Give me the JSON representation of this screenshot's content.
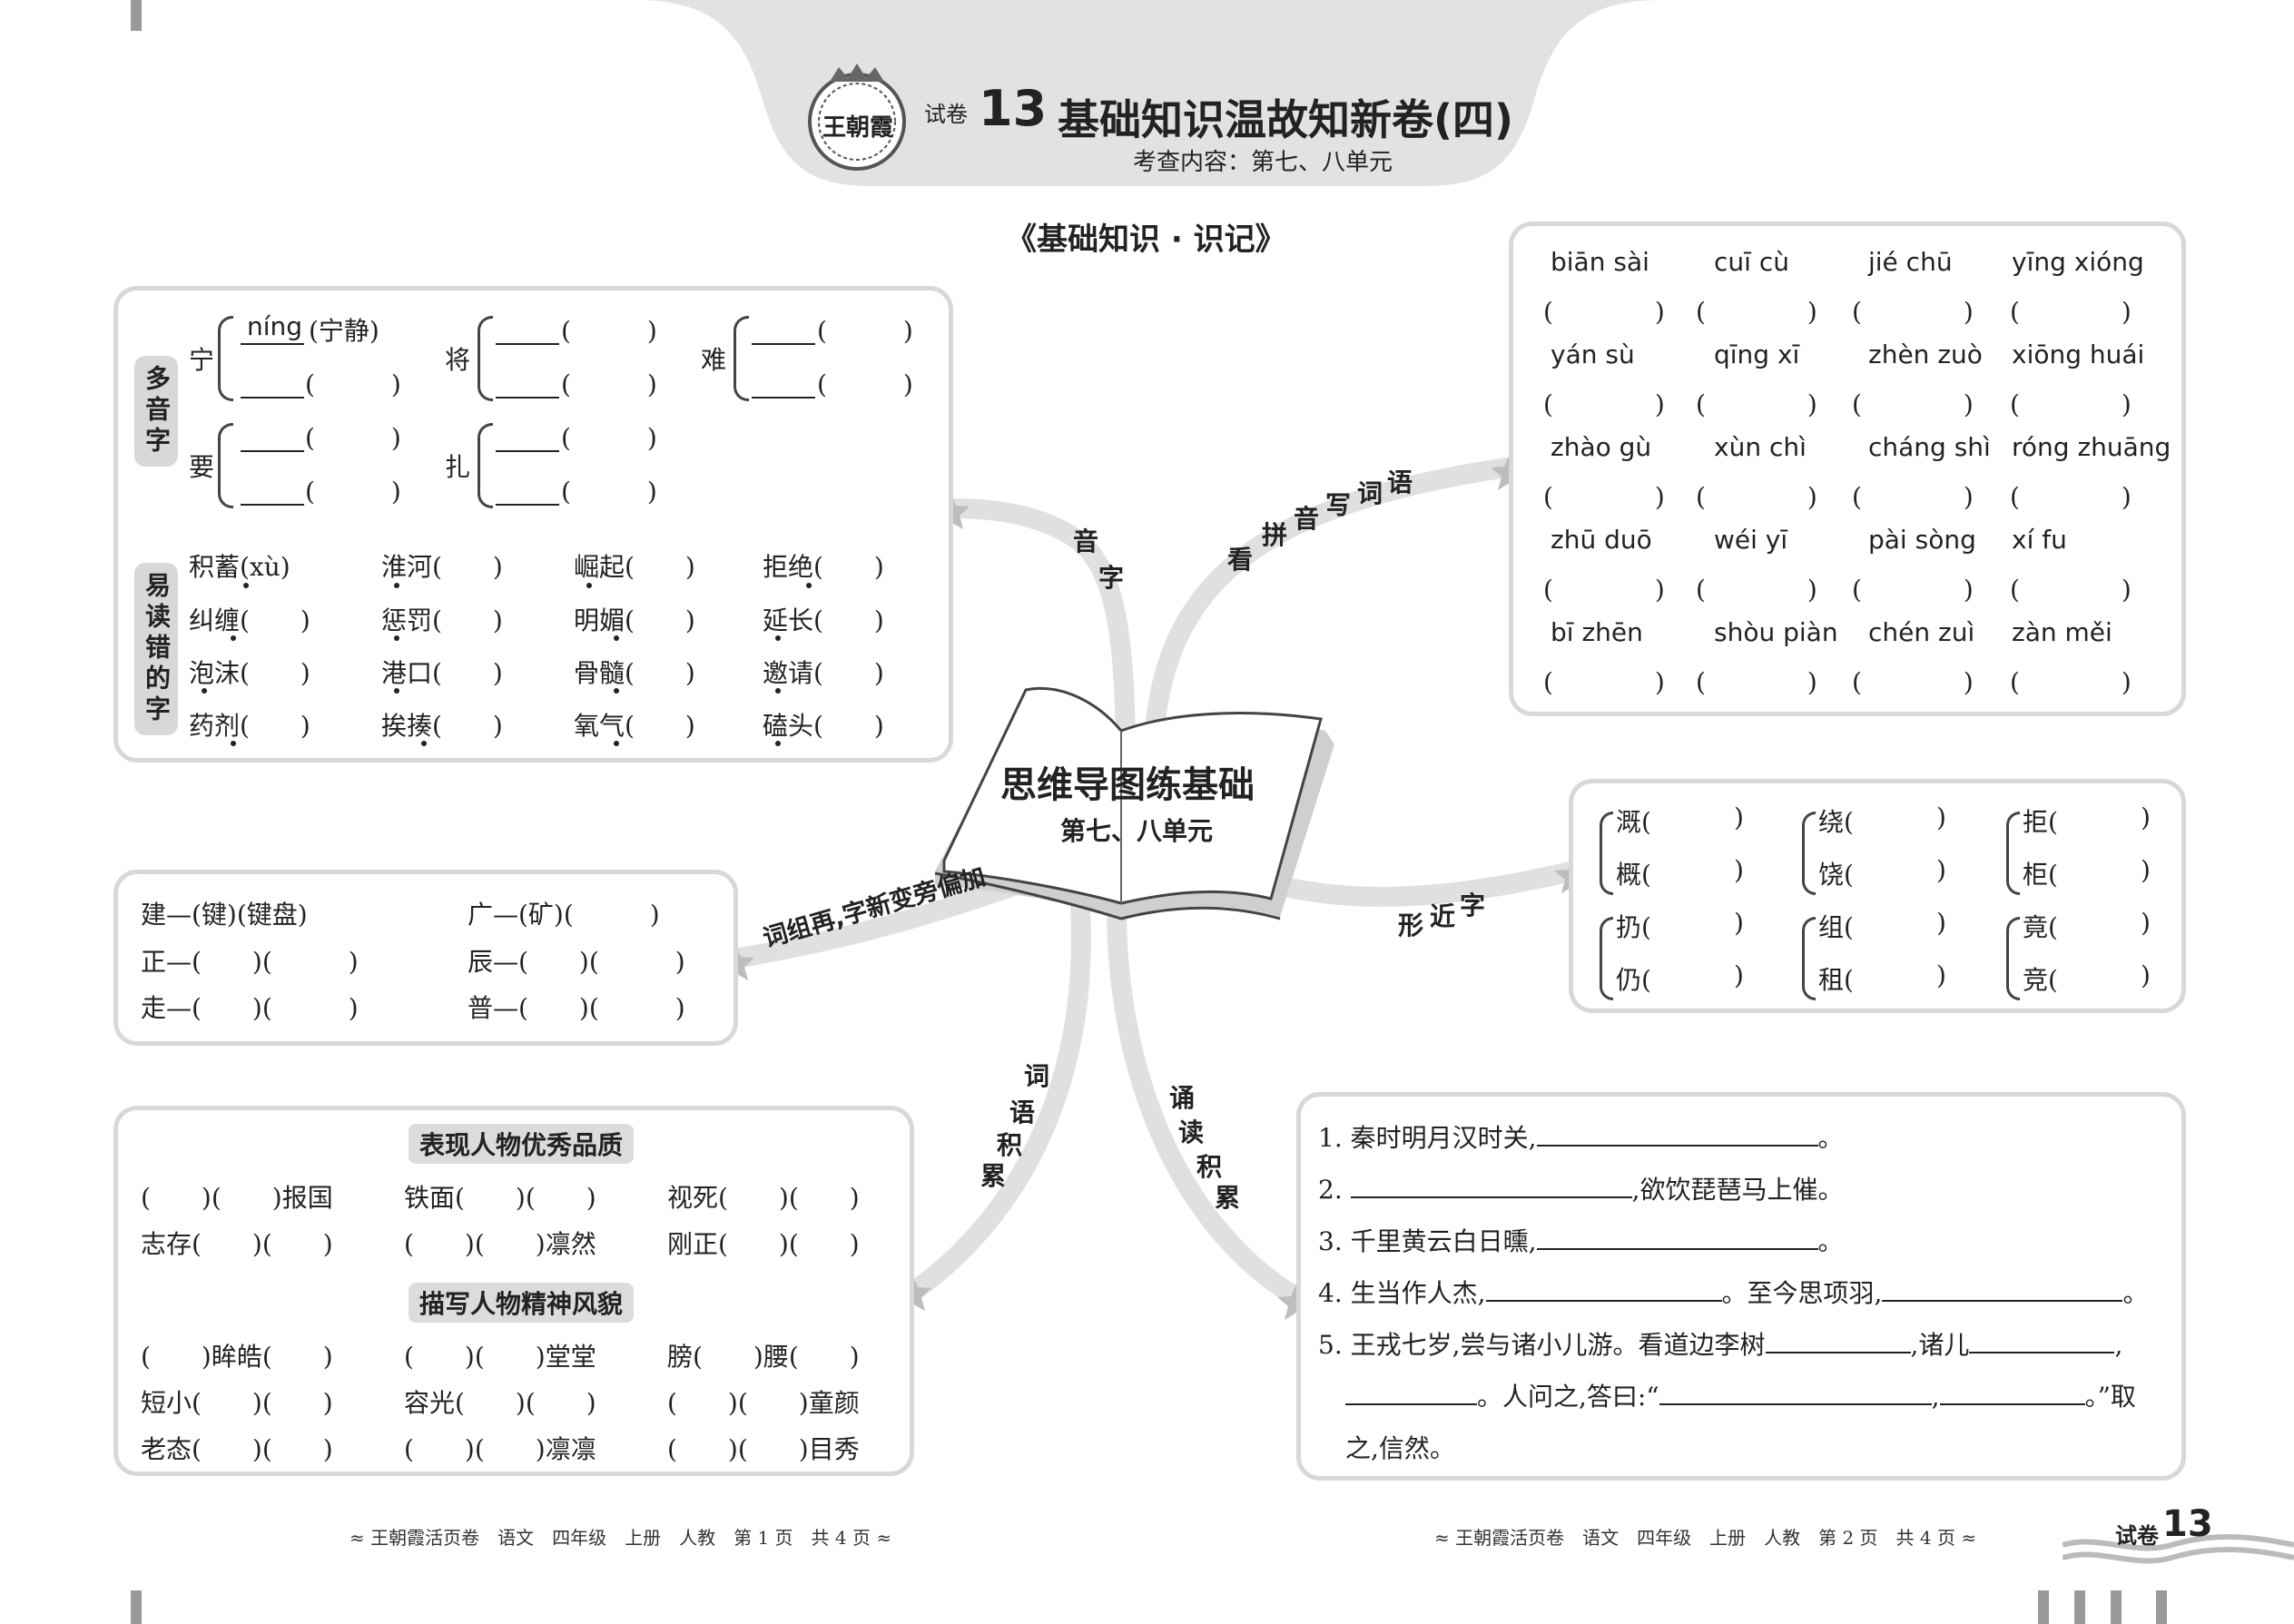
{
  "header": {
    "logo_text": "王朝霞",
    "paper_label": "试卷",
    "paper_number": "13",
    "title": "基础知识温故知新卷(四)",
    "subtitle": "考查内容：第七、八单元"
  },
  "section_title": "《基础知识 · 识记》",
  "center": {
    "title": "思维导图练基础",
    "subtitle": "第七、八单元"
  },
  "branches": {
    "yinzi_1": "音",
    "yinzi_2": "字",
    "kanpin": [
      "看",
      "拼",
      "音",
      "写",
      "词",
      "语"
    ],
    "xingjin": [
      "形",
      "近",
      "字"
    ],
    "cizu": "词组再,字新变旁偏加",
    "ciyu": [
      "词",
      "语",
      "积",
      "累"
    ],
    "songdu": [
      "诵",
      "读",
      "积",
      "累"
    ]
  },
  "polyphone": {
    "label": "多音字",
    "ning_char": "宁",
    "ning_pinyin": "níng",
    "ning_word": "(宁静)",
    "jiang_char": "将",
    "nan_char": "难",
    "yao_char": "要",
    "zha_char": "扎",
    "blank_paren": "(　　　)"
  },
  "easy_wrong": {
    "label": "易读错的字",
    "rows": [
      [
        "积蓄(xù)",
        "淮河(　　)",
        "崛起(　　)",
        "拒绝(　　)"
      ],
      [
        "纠缠(　　)",
        "惩罚(　　)",
        "明媚(　　)",
        "延长(　　)"
      ],
      [
        "泡沫(　　)",
        "港口(　　)",
        "骨髓(　　)",
        "邀请(　　)"
      ],
      [
        "药剂(　　)",
        "挨揍(　　)",
        "氧气(　　)",
        "磕头(　　)"
      ]
    ]
  },
  "pinyin_words": [
    [
      "biān sài",
      "cuī cù",
      "jié chū",
      "yīng xióng"
    ],
    [
      "yán sù",
      "qīng xī",
      "zhèn zuò",
      "xiōng huái"
    ],
    [
      "zhào gù",
      "xùn chì",
      "cháng shì",
      "róng zhuāng"
    ],
    [
      "zhū duō",
      "wéi yī",
      "pài sòng",
      "xí fu"
    ],
    [
      "bī zhēn",
      "shòu piàn",
      "chén zuì",
      "zàn měi"
    ]
  ],
  "pinyin_paren": "(　　　　)",
  "similar_chars": {
    "groups": [
      [
        "溉(",
        "概("
      ],
      [
        "绕(",
        "饶("
      ],
      [
        "拒(",
        "柜("
      ],
      [
        "扔(",
        "仍("
      ],
      [
        "组(",
        "租("
      ],
      [
        "竟(",
        "竞("
      ]
    ],
    "close": ")"
  },
  "radical": {
    "rows": [
      [
        "建—(键)(键盘)",
        "广—(矿)(　　　)"
      ],
      [
        "正—(　　)(　　　)",
        "辰—(　　)(　　　)"
      ],
      [
        "走—(　　)(　　　)",
        "普—(　　)(　　　)"
      ]
    ]
  },
  "vocab": {
    "heading1": "表现人物优秀品质",
    "rows1": [
      [
        "(　　)(　　)报国",
        "铁面(　　)(　　)",
        "视死(　　)(　　)"
      ],
      [
        "志存(　　)(　　)",
        "(　　)(　　)凛然",
        "刚正(　　)(　　)"
      ]
    ],
    "heading2": "描写人物精神风貌",
    "rows2": [
      [
        "(　　)眸皓(　　)",
        "(　　)(　　)堂堂",
        "膀(　　)腰(　　)"
      ],
      [
        "短小(　　)(　　)",
        "容光(　　)(　　)",
        "(　　)(　　)童颜"
      ],
      [
        "老态(　　)(　　)",
        "(　　)(　　)凛凛",
        "(　　)(　　)目秀"
      ]
    ]
  },
  "recite": {
    "l1a": "1. 秦时明月汉时关,",
    "l1b": "。",
    "l2a": "2. ",
    "l2b": ",欲饮琵琶马上催。",
    "l3a": "3. 千里黄云白日曛,",
    "l3b": "。",
    "l4a": "4. 生当作人杰,",
    "l4b": "。至今思项羽,",
    "l4c": "。",
    "l5a": "5. 王戎七岁,尝与诸小儿游。看道边李树",
    "l5b": ",诸儿",
    "l5c": ",",
    "l6a": "。人问之,答曰:“",
    "l6b": ",",
    "l6c": "。”取",
    "l7": "之,信然。"
  },
  "footer": {
    "left": "≈ 王朝霞活页卷　语文　四年级　上册　人教　第 1 页　共 4 页 ≈",
    "right": "≈ 王朝霞活页卷　语文　四年级　上册　人教　第 2 页　共 4 页 ≈",
    "corner_label": "试卷",
    "corner_number": "13"
  }
}
